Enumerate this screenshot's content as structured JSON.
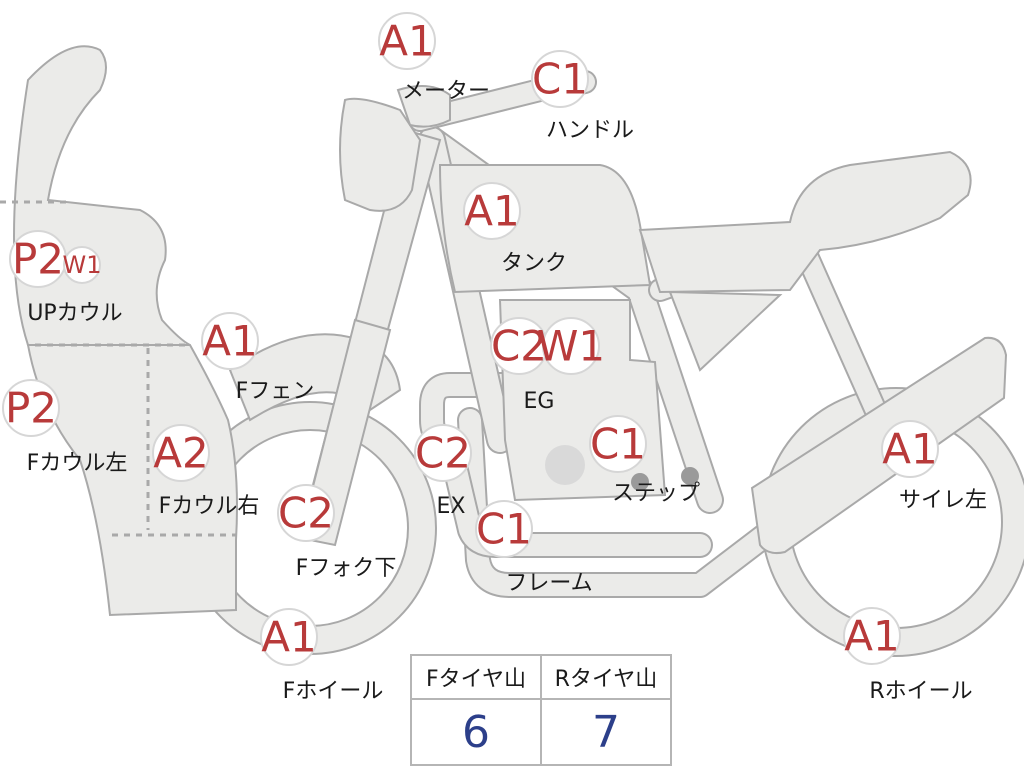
{
  "colors": {
    "grade": "#b83a3a",
    "value": "#2c3f8a",
    "part_fill": "#ebebe9",
    "outline": "#a9a9a9"
  },
  "parts": [
    {
      "key": "meter",
      "label": "メーター",
      "grades": [
        "A1"
      ]
    },
    {
      "key": "handle",
      "label": "ハンドル",
      "grades": [
        "C1"
      ]
    },
    {
      "key": "tank",
      "label": "タンク",
      "grades": [
        "A1"
      ]
    },
    {
      "key": "up_cowl",
      "label": "UPカウル",
      "grades": [
        "P2",
        "W1"
      ]
    },
    {
      "key": "f_fender",
      "label": "Fフェン",
      "grades": [
        "A1"
      ]
    },
    {
      "key": "engine",
      "label": "EG",
      "grades": [
        "C2",
        "W1"
      ]
    },
    {
      "key": "f_cowl_left",
      "label": "Fカウル左",
      "grades": [
        "P2"
      ]
    },
    {
      "key": "f_cowl_right",
      "label": "Fカウル右",
      "grades": [
        "A2"
      ]
    },
    {
      "key": "exhaust",
      "label": "EX",
      "grades": [
        "C2"
      ]
    },
    {
      "key": "step",
      "label": "ステップ",
      "grades": [
        "C1"
      ]
    },
    {
      "key": "f_fork_lower",
      "label": "Fフォク下",
      "grades": [
        "C2"
      ]
    },
    {
      "key": "frame",
      "label": "フレーム",
      "grades": [
        "C1"
      ]
    },
    {
      "key": "silencer_left",
      "label": "サイレ左",
      "grades": [
        "A1"
      ]
    },
    {
      "key": "f_wheel",
      "label": "Fホイール",
      "grades": [
        "A1"
      ]
    },
    {
      "key": "r_wheel",
      "label": "Rホイール",
      "grades": [
        "A1"
      ]
    }
  ],
  "tread": {
    "front_label": "Fタイヤ山",
    "front_value": "6",
    "rear_label": "Rタイヤ山",
    "rear_value": "7"
  }
}
